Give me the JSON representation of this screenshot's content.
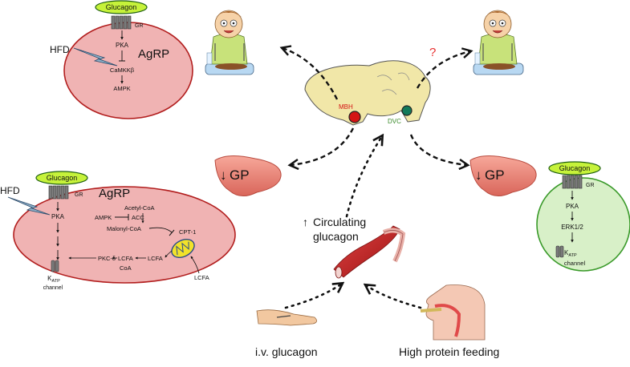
{
  "colors": {
    "agrp_fill": "#f0b3b3",
    "agrp_stroke": "#b21e1e",
    "dvc_fill": "#d8f0c8",
    "dvc_stroke": "#3a9a2a",
    "glucagon_fill": "#c6f23a",
    "liver": "#ef8a7c",
    "brain": "#f1e7a8",
    "vessel": "#cc2222",
    "mbh_dot": "#d41414",
    "dvc_dot": "#137a5a",
    "question": "#e83030"
  },
  "top_cell": {
    "glucagon": "Glucagon",
    "receptor": "GR",
    "title": "AgRP",
    "hfd": "HFD",
    "pka": "PKA",
    "camkk": "CaMKKβ",
    "ampk": "AMPK"
  },
  "left_cell": {
    "glucagon": "Glucagon",
    "receptor": "GR",
    "title": "AgRP",
    "hfd": "HFD",
    "pka": "PKA",
    "ampk": "AMPK",
    "acc": "ACC",
    "acetyl_coa": "Acetyl-CoA",
    "malonyl_coa": "Malonyl-CoA",
    "cpt1": "CPT-1",
    "pkc": "PKC-δ",
    "lcfa_coa_1": "LCFA",
    "lcfa_coa_2": "CoA",
    "lcfa_inner": "LCFA",
    "lcfa_outer": "LCFA",
    "katp_main": "K",
    "katp_sub": "ATP",
    "katp_channel": "channel"
  },
  "right_cell": {
    "glucagon": "Glucagon",
    "receptor": "GR",
    "pka": "PKA",
    "erk": "ERK1/2",
    "katp_main": "K",
    "katp_sub": "ATP",
    "katp_channel": "channel"
  },
  "brain": {
    "mbh": "MBH",
    "dvc": "DVC"
  },
  "question_mark": "?",
  "gp_left": "GP",
  "gp_right": "GP",
  "circulating_line1": "Circulating",
  "circulating_line2": "glucagon",
  "iv_glucagon": "i.v. glucagon",
  "high_protein": "High protein feeding"
}
